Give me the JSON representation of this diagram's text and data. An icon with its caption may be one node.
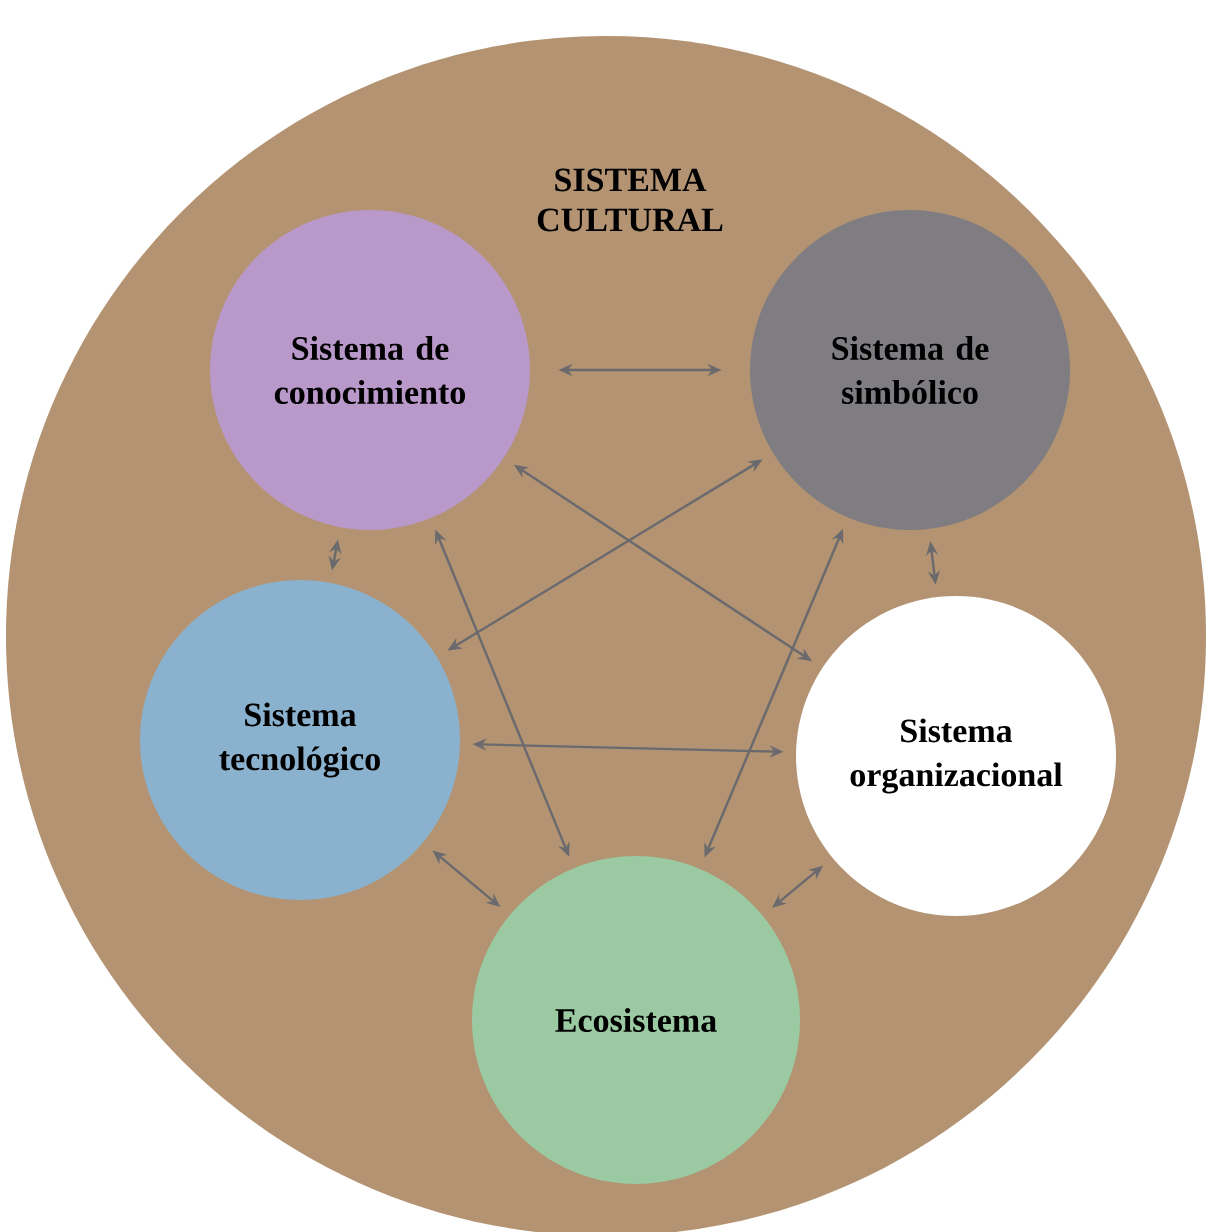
{
  "diagram": {
    "nodes": [
      {
        "text": [
          "SISTEMA CULTURAL"
        ]
      },
      {
        "text": [
          "Sistema de conocimiento"
        ],
        "in": 0
      },
      {
        "text": [
          "Sistema de simbólico"
        ],
        "in": 0
      },
      {
        "text": [
          "Sistema tecnológico"
        ],
        "in": 0
      },
      {
        "text": [
          "Sistema organizacional"
        ],
        "in": 0
      },
      {
        "text": [
          "Ecosistema"
        ],
        "in": 0
      }
    ],
    "edges": [
      {
        "from": 1,
        "to": 2,
        "arrow": "both"
      },
      {
        "from": 1,
        "to": 3,
        "arrow": "both"
      },
      {
        "from": 2,
        "to": 4,
        "arrow": "both"
      },
      {
        "from": 1,
        "to": 4,
        "arrow": "both"
      },
      {
        "from": 1,
        "to": 5,
        "arrow": "both"
      },
      {
        "from": 2,
        "to": 3,
        "arrow": "both"
      },
      {
        "from": 2,
        "to": 5,
        "arrow": "both"
      },
      {
        "from": 3,
        "to": 4,
        "arrow": "both"
      },
      {
        "from": 3,
        "to": 5,
        "arrow": "both"
      },
      {
        "from": 4,
        "to": 5,
        "arrow": "both"
      }
    ]
  }
}
